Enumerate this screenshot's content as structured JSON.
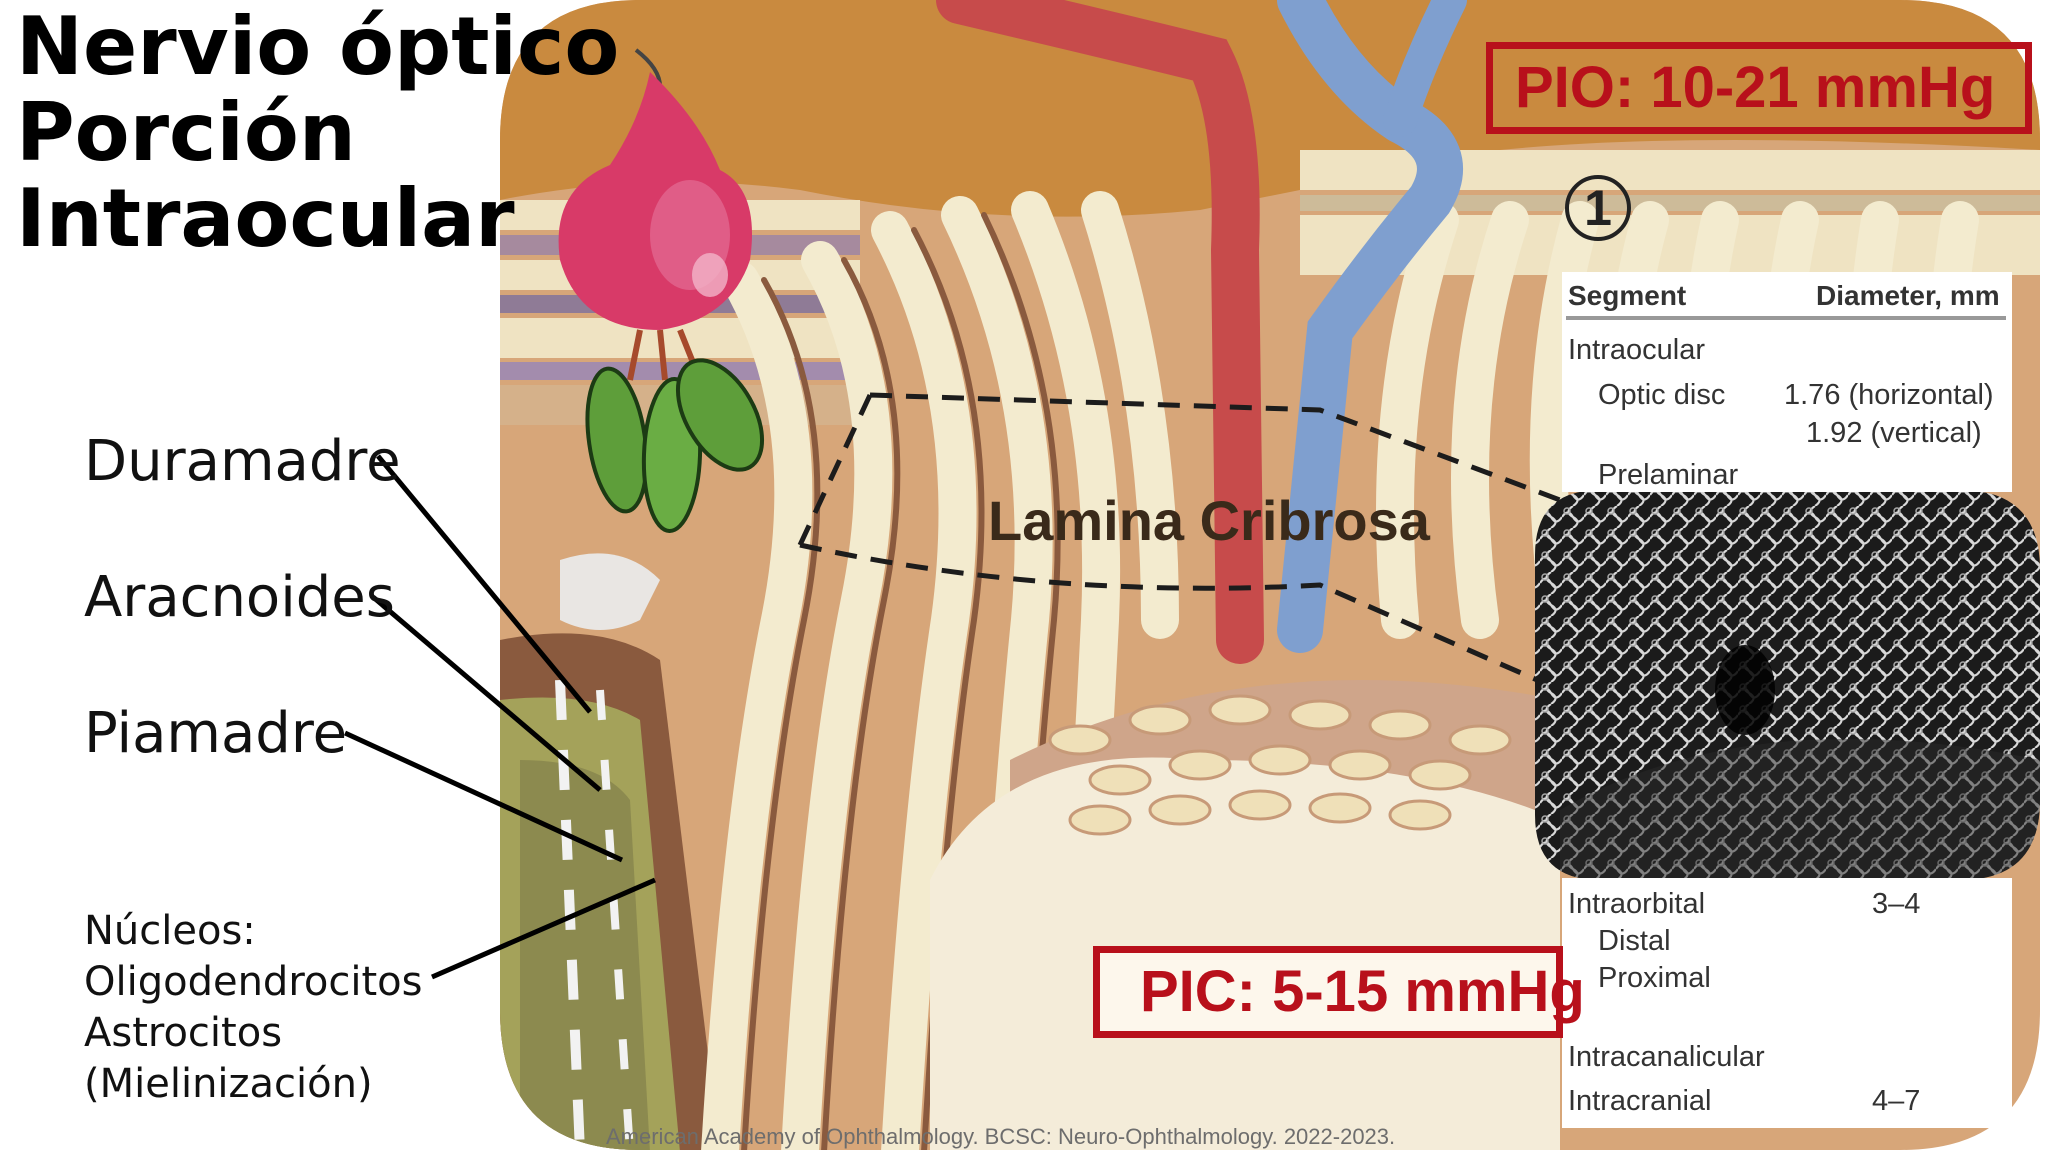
{
  "title": {
    "line1": "Nervio óptico",
    "line2": "Porción",
    "line3": "Intraocular"
  },
  "labels": {
    "dura": "Duramadre",
    "arachnoid": "Aracnoides",
    "pia": "Piamadre",
    "nuclei": {
      "line1": "Núcleos:",
      "line2": "Oligodendrocitos",
      "line3": "Astrocitos",
      "line4": "(Mielinización)"
    }
  },
  "pressures": {
    "pio": "PIO: 10-21 mmHg",
    "pic": "PIC: 5-15 mmHg"
  },
  "lamina_label": "Lamina Cribrosa",
  "figure_number": "1",
  "table": {
    "header": {
      "segment": "Segment",
      "diameter": "Diameter, mm"
    },
    "rows_top": [
      {
        "segment": "Intraocular",
        "diameter": ""
      },
      {
        "segment": "Optic disc",
        "diameter": "1.76 (horizontal)"
      },
      {
        "segment": "",
        "diameter": "1.92 (vertical)"
      },
      {
        "segment": "Prelaminar",
        "diameter": ""
      }
    ],
    "rows_bottom": [
      {
        "segment": "Intraorbital",
        "diameter": "3–4"
      },
      {
        "segment": "Distal",
        "diameter": ""
      },
      {
        "segment": "Proximal",
        "diameter": ""
      },
      {
        "segment": "Intracanalicular",
        "diameter": ""
      },
      {
        "segment": "Intracranial",
        "diameter": "4–7"
      }
    ]
  },
  "credit": "American Academy of Ophthalmology. BCSC: Neuro-Ophthalmology. 2022-2023.",
  "colors": {
    "pressure_red": "#b8101b",
    "fiber_cream": "#f3ebcf",
    "retina_orange": "#c98a3f",
    "artery_red": "#c74b4b",
    "vein_blue": "#7f9fcf",
    "radish_pink": "#d83a68",
    "leaf_green": "#5e9e3a"
  }
}
